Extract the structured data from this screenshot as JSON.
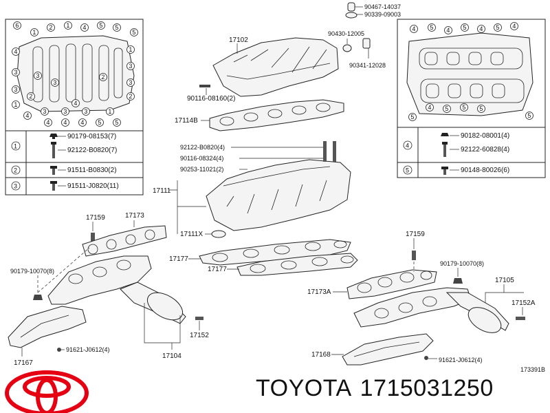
{
  "legend_left": {
    "callouts": [
      "6",
      "1",
      "2",
      "1",
      "4",
      "5",
      "5",
      "5",
      "4",
      "1",
      "3",
      "3",
      "3",
      "3",
      "2",
      "1",
      "2",
      "3",
      "3",
      "3",
      "1",
      "4",
      "4",
      "4",
      "4",
      "5",
      "5",
      "4",
      "3",
      "3",
      "2"
    ],
    "rows": [
      {
        "circle": "1",
        "parts": [
          "90179-08153(7)",
          "92122-B0820(7)"
        ]
      },
      {
        "circle": "2",
        "parts": [
          "91511-B0830(2)"
        ]
      },
      {
        "circle": "3",
        "parts": [
          "91511-J0820(11)"
        ]
      }
    ]
  },
  "legend_right": {
    "callouts": [
      "4",
      "5",
      "4",
      "5",
      "4",
      "5",
      "4",
      "5",
      "4",
      "5",
      "5",
      "5",
      "5"
    ],
    "rows": [
      {
        "circle": "4",
        "parts": [
          "90182-08001(4)",
          "92122-60828(4)"
        ]
      },
      {
        "circle": "5",
        "parts": [
          "90148-80026(6)"
        ]
      }
    ]
  },
  "top_parts": {
    "p90467": "90467-14037",
    "p90339": "90339-09003",
    "p90430": "90430-12005",
    "p90341": "90341-12028",
    "p17102": "17102",
    "p90116a": "90116-08160(2)",
    "p17114B": "17114B"
  },
  "manifold": {
    "p92122": "92122-B0820(4)",
    "p90116b": "90116-08324(4)",
    "p90253": "90253-11021(2)",
    "p17111": "17111",
    "p17111X": "17111X",
    "p17177a": "17177",
    "p17177b": "17177"
  },
  "left_exhaust": {
    "p17159": "17159",
    "p17173": "17173",
    "p90179": "90179-10070(8)",
    "p91621": "91621-J0612(4)",
    "p17167": "17167",
    "p17104": "17104",
    "p17152": "17152"
  },
  "right_exhaust": {
    "p17159": "17159",
    "p90179": "90179-10070(8)",
    "p17105": "17105",
    "p17173A": "17173A",
    "p17152A": "17152A",
    "p17168": "17168",
    "p91621": "91621-J0612(4)"
  },
  "diagram_id": "173391B",
  "brand": "TOYOTA",
  "part_number": "1715031250",
  "colors": {
    "logo": "#e50012",
    "ink": "#222222"
  }
}
